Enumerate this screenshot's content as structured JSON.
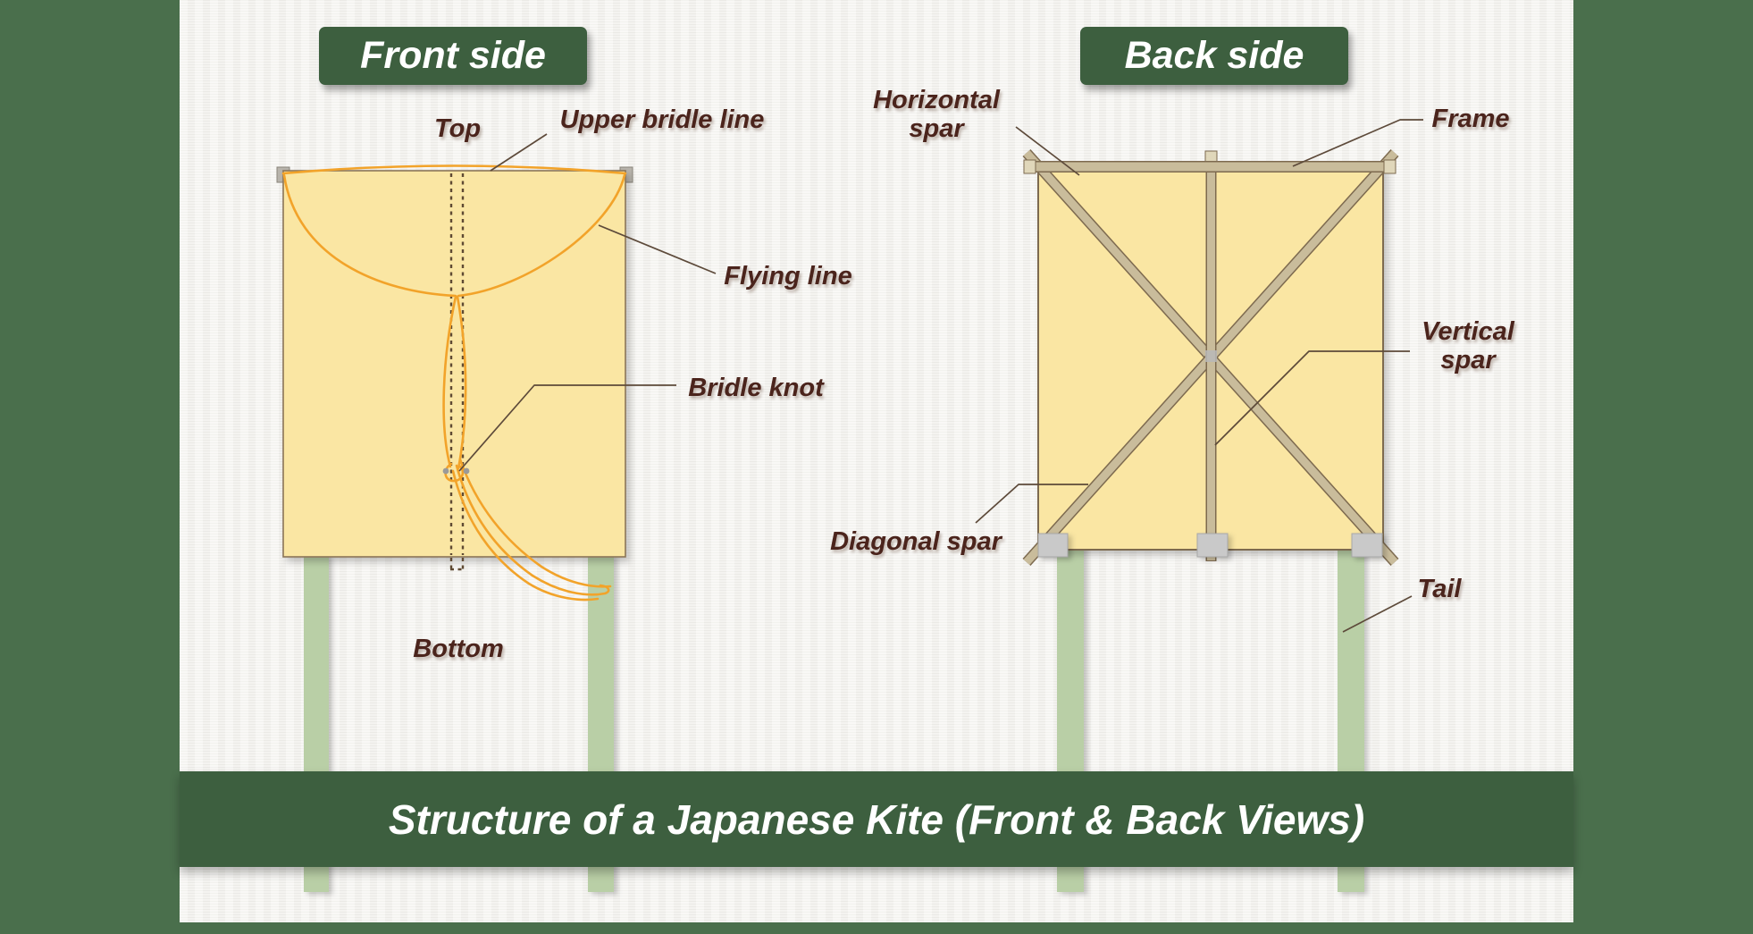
{
  "front_panel": {
    "badge": "Front side",
    "labels": {
      "top": "Top",
      "upper_bridle_line": "Upper bridle line",
      "flying_line": "Flying line",
      "bridle_knot": "Bridle knot",
      "bottom": "Bottom"
    }
  },
  "back_panel": {
    "badge": "Back side",
    "labels": {
      "horizontal_spar_line1": "Horizontal",
      "horizontal_spar_line2": "spar",
      "frame": "Frame",
      "vertical_spar_line1": "Vertical",
      "vertical_spar_line2": "spar",
      "diagonal_spar": "Diagonal spar",
      "tail": "Tail"
    }
  },
  "banner": {
    "title": "Structure of a Japanese Kite (Front & Back Views)"
  },
  "colors": {
    "margin_green": "#4a6f4c",
    "panel_green": "#3d5f3f",
    "paper": "#f3f2ee",
    "label_text": "#4b241c",
    "kite_yellow": "#fae6a3",
    "bridle_orange": "#f2a32a",
    "spar_tan": "#c9bc9b",
    "tail_green": "#b9cfa6",
    "banner_text": "#ffffff"
  }
}
